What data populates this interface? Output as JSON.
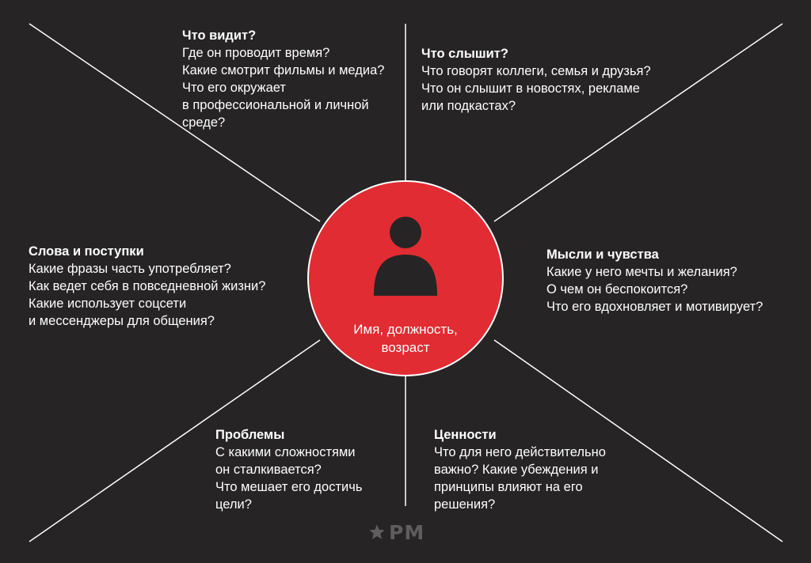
{
  "colors": {
    "background": "#262424",
    "accent": "#e12c33",
    "text": "#ffffff",
    "logo": "#5f5d5d"
  },
  "center": {
    "icon": "person-icon",
    "label_line1": "Имя, должность,",
    "label_line2": "возраст"
  },
  "sections": {
    "sees": {
      "title": "Что видит?",
      "lines": [
        "Где он проводит время?",
        "Какие смотрит фильмы и медиа?",
        "Что его окружает",
        "в профессиональной и личной",
        "среде?"
      ]
    },
    "hears": {
      "title": "Что слышит?",
      "lines": [
        "Что говорят коллеги, семья и друзья?",
        "Что он слышит в новостях, рекламе",
        "или подкастах?"
      ]
    },
    "says_does": {
      "title": "Слова и поступки",
      "lines": [
        "Какие фразы часть употребляет?",
        "Как ведет себя в повседневной жизни?",
        "Какие использует соцсети",
        "и мессенджеры для общения?"
      ]
    },
    "thinks_feels": {
      "title": "Мысли и чувства",
      "lines": [
        "Какие у него мечты и желания?",
        "О чем он беспокоится?",
        "Что его вдохновляет и мотивирует?"
      ]
    },
    "pains": {
      "title": "Проблемы",
      "lines": [
        "С какими сложностями",
        "он сталкивается?",
        "Что мешает его достичь",
        "цели?"
      ]
    },
    "values": {
      "title": "Ценности",
      "lines": [
        "Что для него действительно",
        "важно? Какие убеждения и",
        "принципы влияют на его",
        "решения?"
      ]
    }
  },
  "logo": {
    "icon": "star-icon",
    "text": "PM"
  }
}
